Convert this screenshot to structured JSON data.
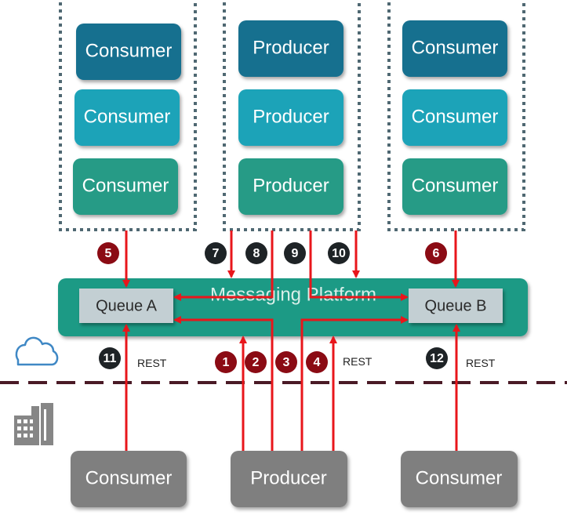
{
  "colors": {
    "dark_teal": "#146f8f",
    "cyan": "#1aa3b8",
    "green": "#279b86",
    "platform": "#1f9a85",
    "queue": "#c3cfd3",
    "gray": "#7f7f7f",
    "arrow": "#e8161b",
    "badge_red": "#8b0b14",
    "badge_dark": "#1e2326",
    "divider": "#4a1a26",
    "frame": "#4f6872",
    "cloud": "#3f88c5",
    "building": "#868686"
  },
  "icons": {
    "cloud": "cloud-icon",
    "building": "building-icon"
  },
  "platform": {
    "label": "Messaging Platform"
  },
  "queues": {
    "a": "Queue A",
    "b": "Queue B"
  },
  "cloud_groups": {
    "left": [
      "Consumer",
      "Consumer",
      "Consumer"
    ],
    "middle": [
      "Producer",
      "Producer",
      "Producer"
    ],
    "right": [
      "Consumer",
      "Consumer",
      "Consumer"
    ]
  },
  "onprem": {
    "left": "Consumer",
    "middle": "Producer",
    "right": "Consumer"
  },
  "rest_labels": [
    "REST",
    "REST",
    "REST"
  ],
  "badges": {
    "b1": "1",
    "b2": "2",
    "b3": "3",
    "b4": "4",
    "b5": "5",
    "b6": "6",
    "b7": "7",
    "b8": "8",
    "b9": "9",
    "b10": "10",
    "b11": "11",
    "b12": "12"
  }
}
